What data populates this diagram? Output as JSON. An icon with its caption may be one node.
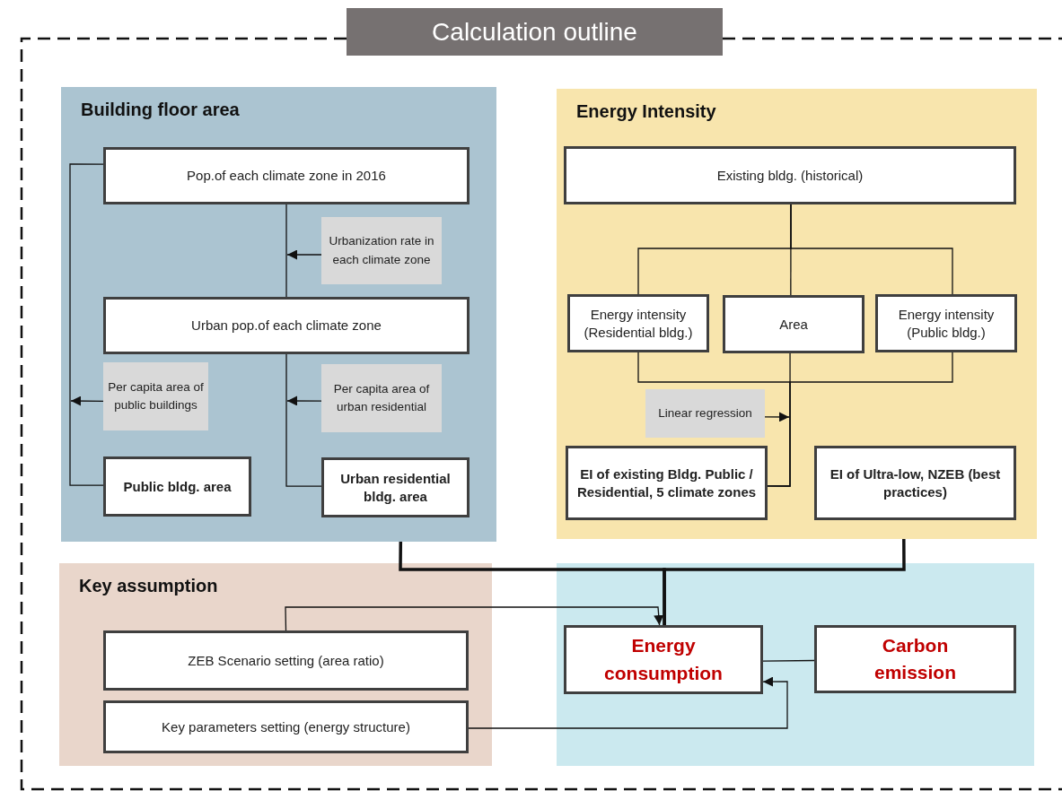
{
  "diagram": {
    "title": "Calculation outline",
    "nodes": [
      {
        "text": [
          "Building floor area"
        ]
      },
      {
        "text": [
          "Pop.of each climate zone in 2016"
        ],
        "in": 0
      },
      {
        "text": [
          "Urbanization rate in each climate zone"
        ],
        "in": 0
      },
      {
        "text": [
          "Urban pop.of each climate zone"
        ],
        "in": 0
      },
      {
        "text": [
          "Per capita area of public buildings"
        ],
        "in": 0
      },
      {
        "text": [
          "Per capita area of urban residential"
        ],
        "in": 0
      },
      {
        "text": [
          "Public bldg. area"
        ],
        "in": 0
      },
      {
        "text": [
          "Urban residential bldg. area"
        ],
        "in": 0
      },
      {
        "text": [
          "Energy Intensity"
        ]
      },
      {
        "text": [
          "Existing bldg. (historical)"
        ],
        "in": 8
      },
      {
        "text": [
          "Energy intensity (Residential bldg.)"
        ],
        "in": 8
      },
      {
        "text": [
          "Area"
        ],
        "in": 8
      },
      {
        "text": [
          "Energy intensity (Public bldg.)"
        ],
        "in": 8
      },
      {
        "text": [
          "Linear regression"
        ],
        "in": 8
      },
      {
        "text": [
          "EI of existing Bldg. Public / Residential, 5 climate zones"
        ],
        "in": 8
      },
      {
        "text": [
          "EI of Ultra-low, NZEB (best practices)"
        ],
        "in": 8
      },
      {
        "text": [
          "Key assumption"
        ]
      },
      {
        "text": [
          "ZEB Scenario setting (area ratio)"
        ],
        "in": 16
      },
      {
        "text": [
          "Key parameters setting (energy structure)"
        ],
        "in": 16
      },
      {
        "text": [],
        "shape": "box"
      },
      {
        "text": [
          "Energy consumption"
        ],
        "in": 19
      },
      {
        "text": [
          "Carbon emission"
        ],
        "in": 19
      }
    ],
    "edges": [
      {
        "from": 1,
        "to": 3,
        "arrow": "none"
      },
      {
        "from": 2,
        "to": null,
        "arrow": "to"
      },
      {
        "from": 1,
        "to": 6,
        "arrow": "none"
      },
      {
        "from": 4,
        "to": null,
        "arrow": "to"
      },
      {
        "from": 3,
        "to": 7,
        "arrow": "none"
      },
      {
        "from": 5,
        "to": null,
        "arrow": "to"
      },
      {
        "from": 9,
        "to": 10,
        "arrow": "none"
      },
      {
        "from": 9,
        "to": 11,
        "arrow": "none"
      },
      {
        "from": 9,
        "to": 12,
        "arrow": "none"
      },
      {
        "from": 10,
        "to": 14,
        "arrow": "none"
      },
      {
        "from": 11,
        "to": 14,
        "arrow": "none"
      },
      {
        "from": 12,
        "to": 14,
        "arrow": "none"
      },
      {
        "from": 13,
        "to": null,
        "arrow": "to"
      },
      {
        "from": 0,
        "to": 20,
        "arrow": "none",
        "style": "thick"
      },
      {
        "from": 8,
        "to": 20,
        "arrow": "none",
        "style": "thick"
      },
      {
        "from": 17,
        "to": 20,
        "arrow": "to"
      },
      {
        "from": 18,
        "to": 20,
        "arrow": "to"
      },
      {
        "from": 20,
        "to": 21,
        "arrow": "none"
      }
    ]
  }
}
